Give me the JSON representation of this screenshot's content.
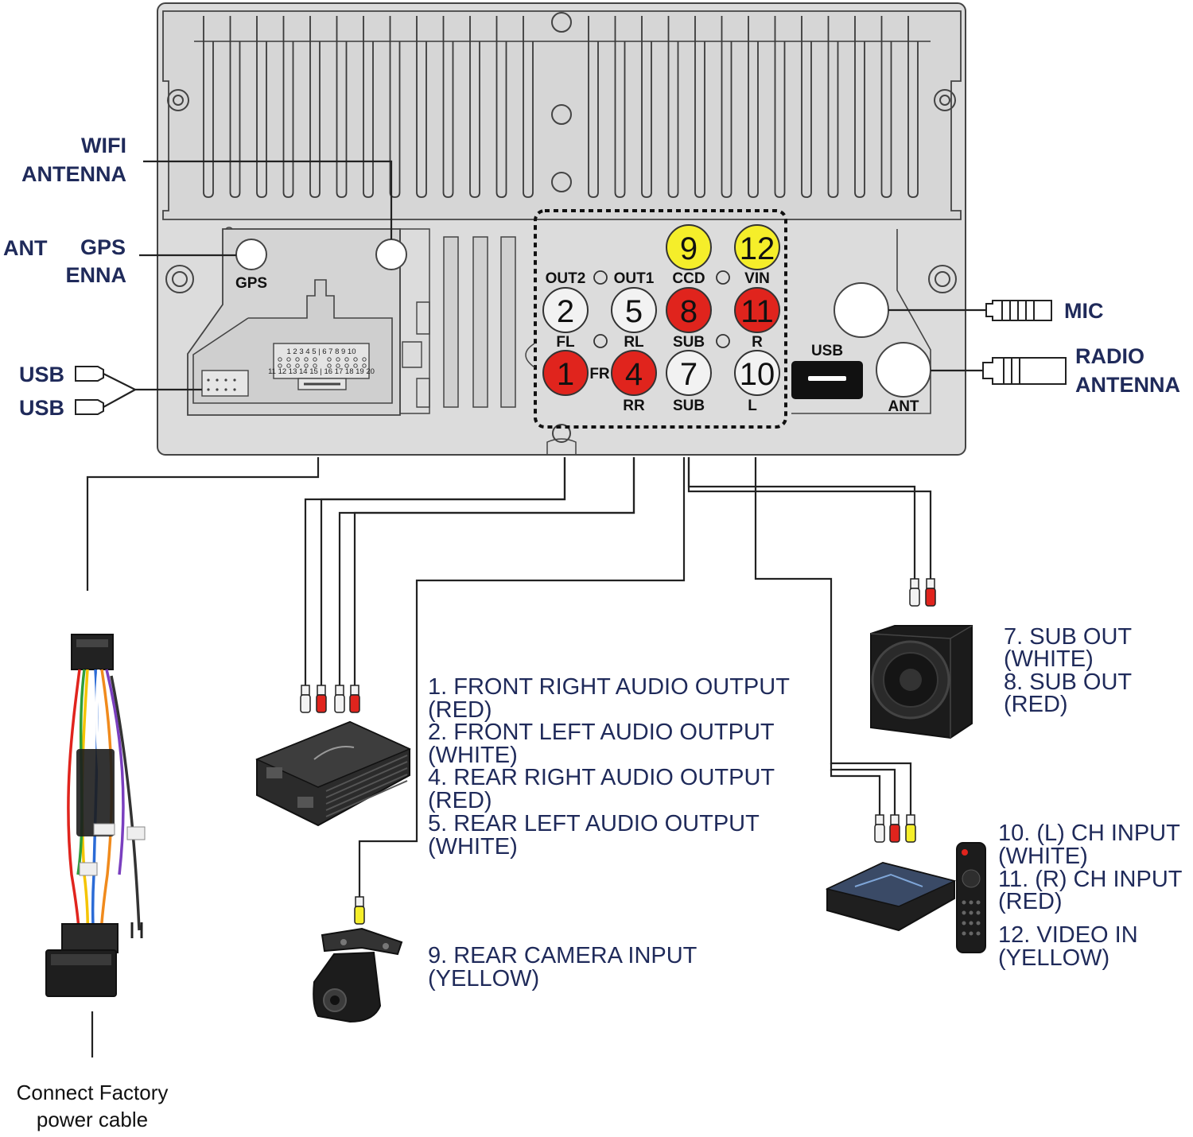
{
  "callouts": {
    "wifi": [
      "WIFI",
      "ANTENNA"
    ],
    "gps": [
      "ANT",
      "GPS",
      "ENNA"
    ],
    "usb": [
      "USB",
      "USB"
    ],
    "mic": "MIC",
    "radio": [
      "RADIO",
      "ANTENNA"
    ],
    "power": [
      "Connect Factory",
      "power cable"
    ]
  },
  "panel": {
    "gps_label": "GPS",
    "usb_label": "USB",
    "ant_label": "ANT",
    "out2": "OUT2",
    "out1": "OUT1",
    "ccd": "CCD",
    "vin": "VIN",
    "pin_row_top": "1 2 3 4 5 | 6 7 8 9 10",
    "pin_row_bottom": "11 12 13 14 15 | 16 17 18 19 20"
  },
  "jacks": [
    {
      "n": "1",
      "label": "FR",
      "color": "#e0241d"
    },
    {
      "n": "2",
      "label": "FL",
      "color": "#f2f2f2"
    },
    {
      "n": "4",
      "label": "RR",
      "color": "#e0241d"
    },
    {
      "n": "5",
      "label": "RL",
      "color": "#f2f2f2"
    },
    {
      "n": "7",
      "label": "SUB",
      "color": "#f2f2f2"
    },
    {
      "n": "8",
      "label": "SUB",
      "color": "#e0241d"
    },
    {
      "n": "9",
      "label": "CCD",
      "color": "#f5ee2a"
    },
    {
      "n": "10",
      "label": "L",
      "color": "#f2f2f2"
    },
    {
      "n": "11",
      "label": "R",
      "color": "#e0241d"
    },
    {
      "n": "12",
      "label": "VIN",
      "color": "#f5ee2a"
    }
  ],
  "descriptions": {
    "amp": [
      "1. FRONT RIGHT AUDIO OUTPUT",
      "(RED)",
      "2. FRONT LEFT AUDIO OUTPUT",
      "(WHITE)",
      "4. REAR RIGHT AUDIO OUTPUT",
      "(RED)",
      "5. REAR LEFT AUDIO OUTPUT",
      "(WHITE)"
    ],
    "camera": [
      "9. REAR CAMERA INPUT",
      "(YELLOW)"
    ],
    "sub": [
      "7. SUB OUT",
      "(WHITE)",
      "8. SUB OUT",
      "(RED)"
    ],
    "box": [
      "10. (L) CH INPUT",
      "(WHITE)",
      "11. (R) CH INPUT",
      "(RED)",
      "12. VIDEO IN",
      "(YELLOW)"
    ]
  },
  "colors": {
    "red": "#e0241d",
    "white": "#f2f2f2",
    "yellow": "#f5ee2a",
    "panel": "#d9d9d9",
    "label": "#1f2a5a"
  }
}
